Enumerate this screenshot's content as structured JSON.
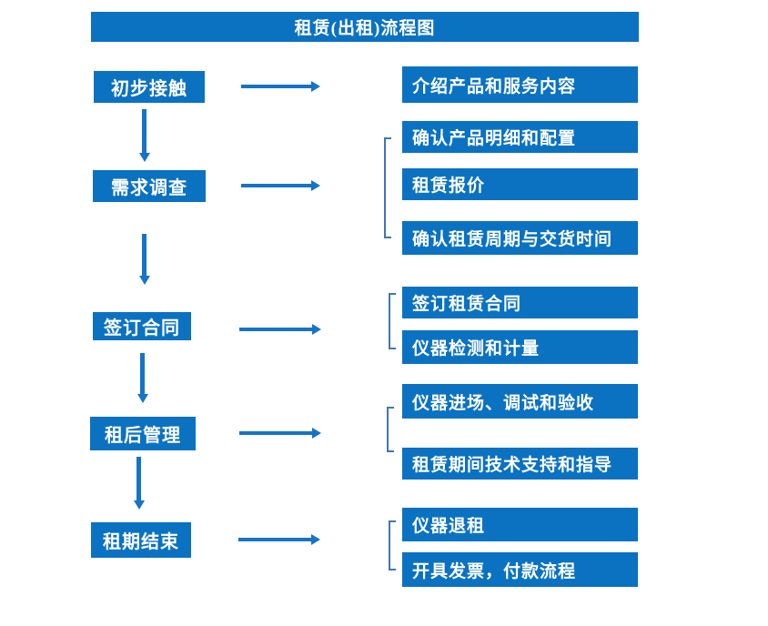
{
  "title": "租赁(出租)流程图",
  "colors": {
    "box_blue": "#0b72c2",
    "arrow_blue": "#1573c8",
    "bracket_blue": "#4076b8",
    "text_white": "#ffffff"
  },
  "stages": [
    {
      "label": "初步接触",
      "outputs": [
        "介绍产品和服务内容"
      ]
    },
    {
      "label": "需求调查",
      "outputs": [
        "确认产品明细和配置",
        "租赁报价",
        "确认租赁周期与交货时间"
      ]
    },
    {
      "label": "签订合同",
      "outputs": [
        "签订租赁合同",
        "仪器检测和计量"
      ]
    },
    {
      "label": "租后管理",
      "outputs": [
        "仪器进场、调试和验收",
        "租赁期间技术支持和指导"
      ]
    },
    {
      "label": "租期结束",
      "outputs": [
        "仪器退租",
        "开具发票，付款流程"
      ]
    }
  ]
}
